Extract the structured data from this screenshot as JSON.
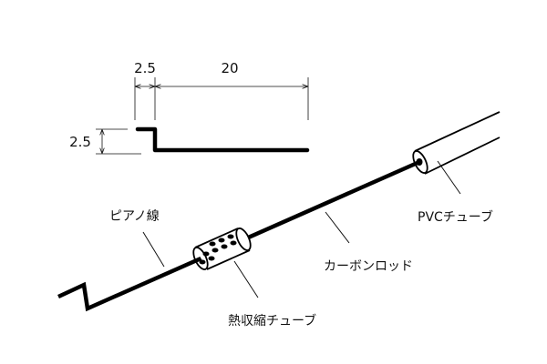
{
  "dimensions": {
    "step_width": "2.5",
    "length": "20",
    "step_height": "2.5"
  },
  "labels": {
    "piano_wire": "ピアノ線",
    "carbon_rod": "カーボンロッド",
    "pvc_tube": "PVCチューブ",
    "heat_shrink_tube": "熱収縮チューブ"
  }
}
